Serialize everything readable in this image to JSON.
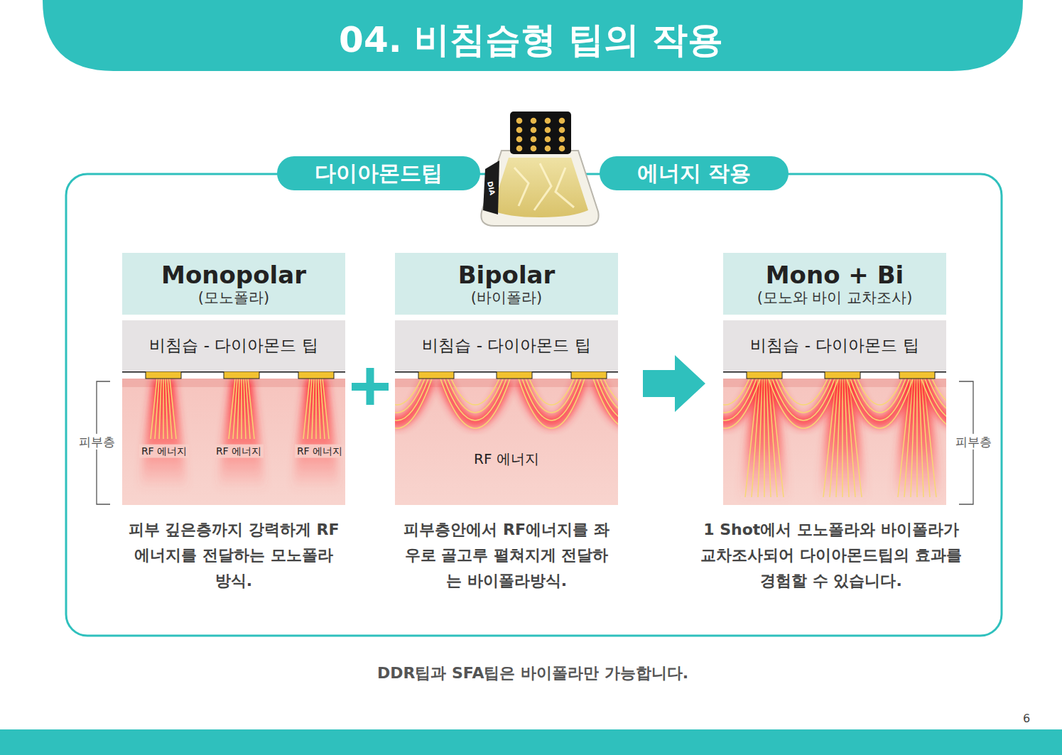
{
  "diagram": {
    "title": "04. 비침습형 팁의 작용",
    "nodes": [
      {
        "text": [
          "다이아몬드팁"
        ]
      },
      {
        "text": [
          "에너지 작용"
        ]
      },
      {
        "text": [
          "Monopolar",
          "(모노폴라)"
        ]
      },
      {
        "text": [
          "Bipolar",
          "(바이폴라)"
        ]
      },
      {
        "text": [
          "Mono + Bi",
          "(모노와 바이 교차조사)"
        ]
      },
      {
        "text": [
          "비침습 - 다이아몬드 팁"
        ]
      },
      {
        "text": [
          "비침습 - 다이아몬드 팁"
        ]
      },
      {
        "text": [
          "비침습 - 다이아몬드 팁"
        ]
      }
    ],
    "labels": [
      "DIA",
      "피부층",
      "RF 에너지",
      "RF 에너지",
      "RF 에너지",
      "RF 에너지",
      "피부층",
      "피부 깊은층까지 강력하게 RF에너지를 전달하는 모노폴라방식.",
      "피부층안에서 RF에너지를 좌우로 골고루 펼쳐지게 전달하는 바이폴라방식.",
      "1 Shot에서 모노폴라와 바이폴라가 교차조사되어 다이아몬드팁의 효과를 경험할 수 있습니다.",
      "DDR팁과 SFA팁은 바이폴라만 가능합니다.",
      "6"
    ]
  }
}
